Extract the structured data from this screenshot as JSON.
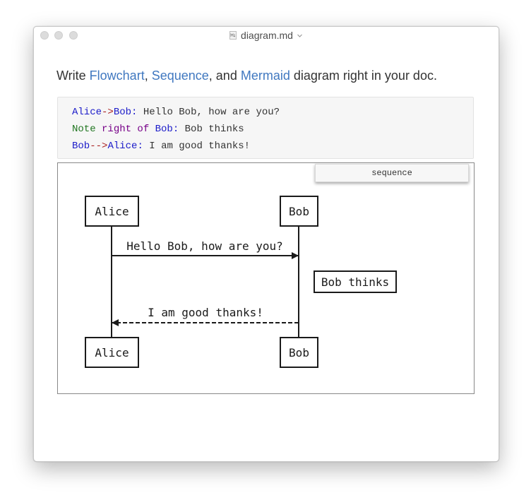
{
  "window": {
    "title": "diagram.md"
  },
  "intro": {
    "prefix": "Write ",
    "link1": "Flowchart",
    "sep1": ", ",
    "link2": "Sequence",
    "sep2": ", and ",
    "link3": "Mermaid",
    "suffix": " diagram right in your doc."
  },
  "code": {
    "line1": {
      "from": "Alice",
      "arrow": "->",
      "to": "Bob",
      "colon": ":",
      "text": " Hello Bob, how are you?"
    },
    "line2": {
      "kw1": "Note",
      "kw2": " right of ",
      "who": "Bob",
      "colon": ":",
      "text": " Bob thinks"
    },
    "line3": {
      "from": "Bob",
      "arrow": "-->",
      "to": "Alice",
      "colon": ":",
      "text": " I am good thanks!"
    }
  },
  "diagram": {
    "lang_label": "sequence",
    "actor_alice": "Alice",
    "actor_bob": "Bob",
    "message1": "Hello Bob, how are you?",
    "note": "Bob thinks",
    "message2": "I am good thanks!"
  },
  "colors": {
    "link": "#4078c0",
    "code_name": "#1b1bc9",
    "code_arrow": "#aa2222",
    "code_note": "#227722",
    "code_keyword": "#770088"
  }
}
